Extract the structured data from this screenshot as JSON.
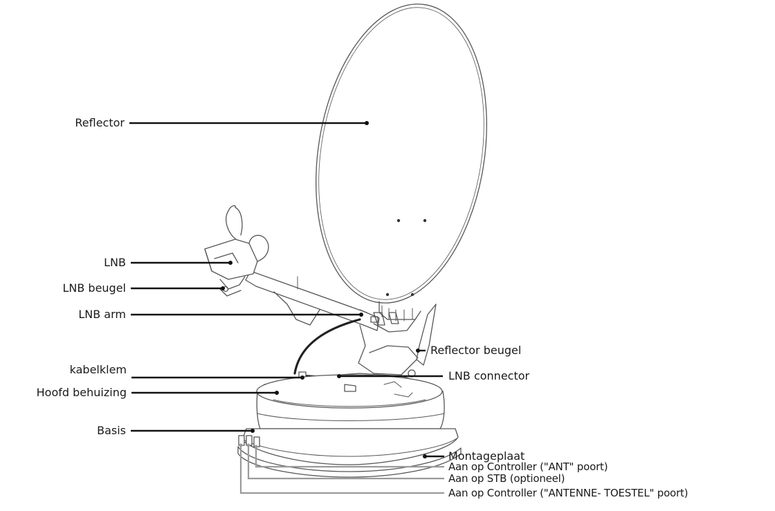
{
  "labels": {
    "reflector": "Reflector",
    "lnb": "LNB",
    "lnb_beugel": "LNB beugel",
    "lnb_arm": "LNB arm",
    "reflector_beugel": "Reflector beugel",
    "kabelklem": "kabelklem",
    "lnb_connector": "LNB connector",
    "hoofd_behuizing": "Hoofd behuizing",
    "basis": "Basis",
    "montageplaat": "Montageplaat",
    "ant_poort": "Aan op Controller (\"ANT\" poort)",
    "stb": "Aan op STB (optioneel)",
    "antenne_toestel": "Aan op Controller (\"ANTENNE- TOESTEL\" poort)"
  },
  "colors": {
    "ink": "#1a1a1a",
    "outline": "#555555",
    "leader": "#111111",
    "cable_leader": "#9a9a9a"
  }
}
